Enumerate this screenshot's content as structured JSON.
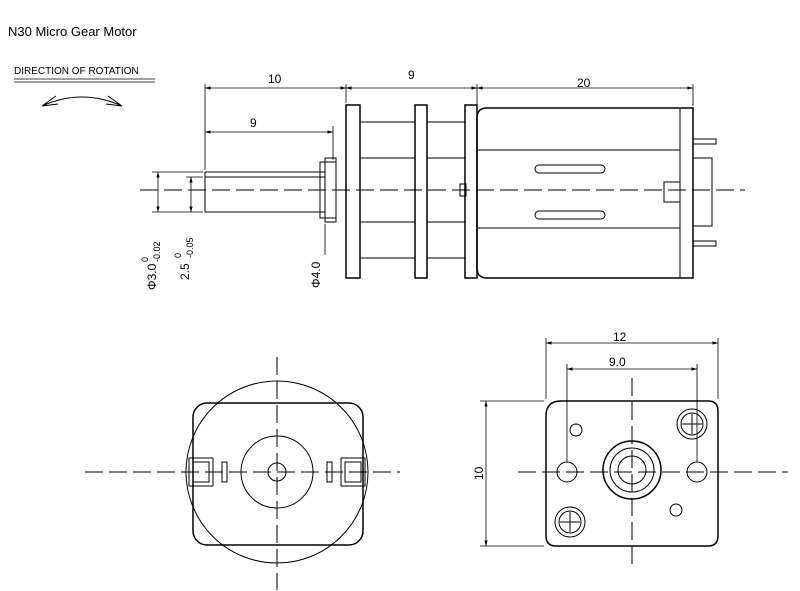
{
  "title": "N30 Micro Gear Motor",
  "rotation_label": "DIRECTION  OF  ROTATION",
  "side_view": {
    "dim_top_left": "10",
    "dim_top_mid": "9",
    "dim_top_right": "20",
    "dim_shaft_flat": "9",
    "dia_shaft": "Φ3.0",
    "dia_shaft_tol_upper": "0",
    "dia_shaft_tol_lower": "-0.02",
    "flat_width": "2.5",
    "flat_tol_upper": "0",
    "flat_tol_lower": "-0.05",
    "dia_boss": "Φ4.0"
  },
  "end_view": {
    "dim_width": "12",
    "dim_holes": "9.0",
    "dim_height": "10"
  }
}
